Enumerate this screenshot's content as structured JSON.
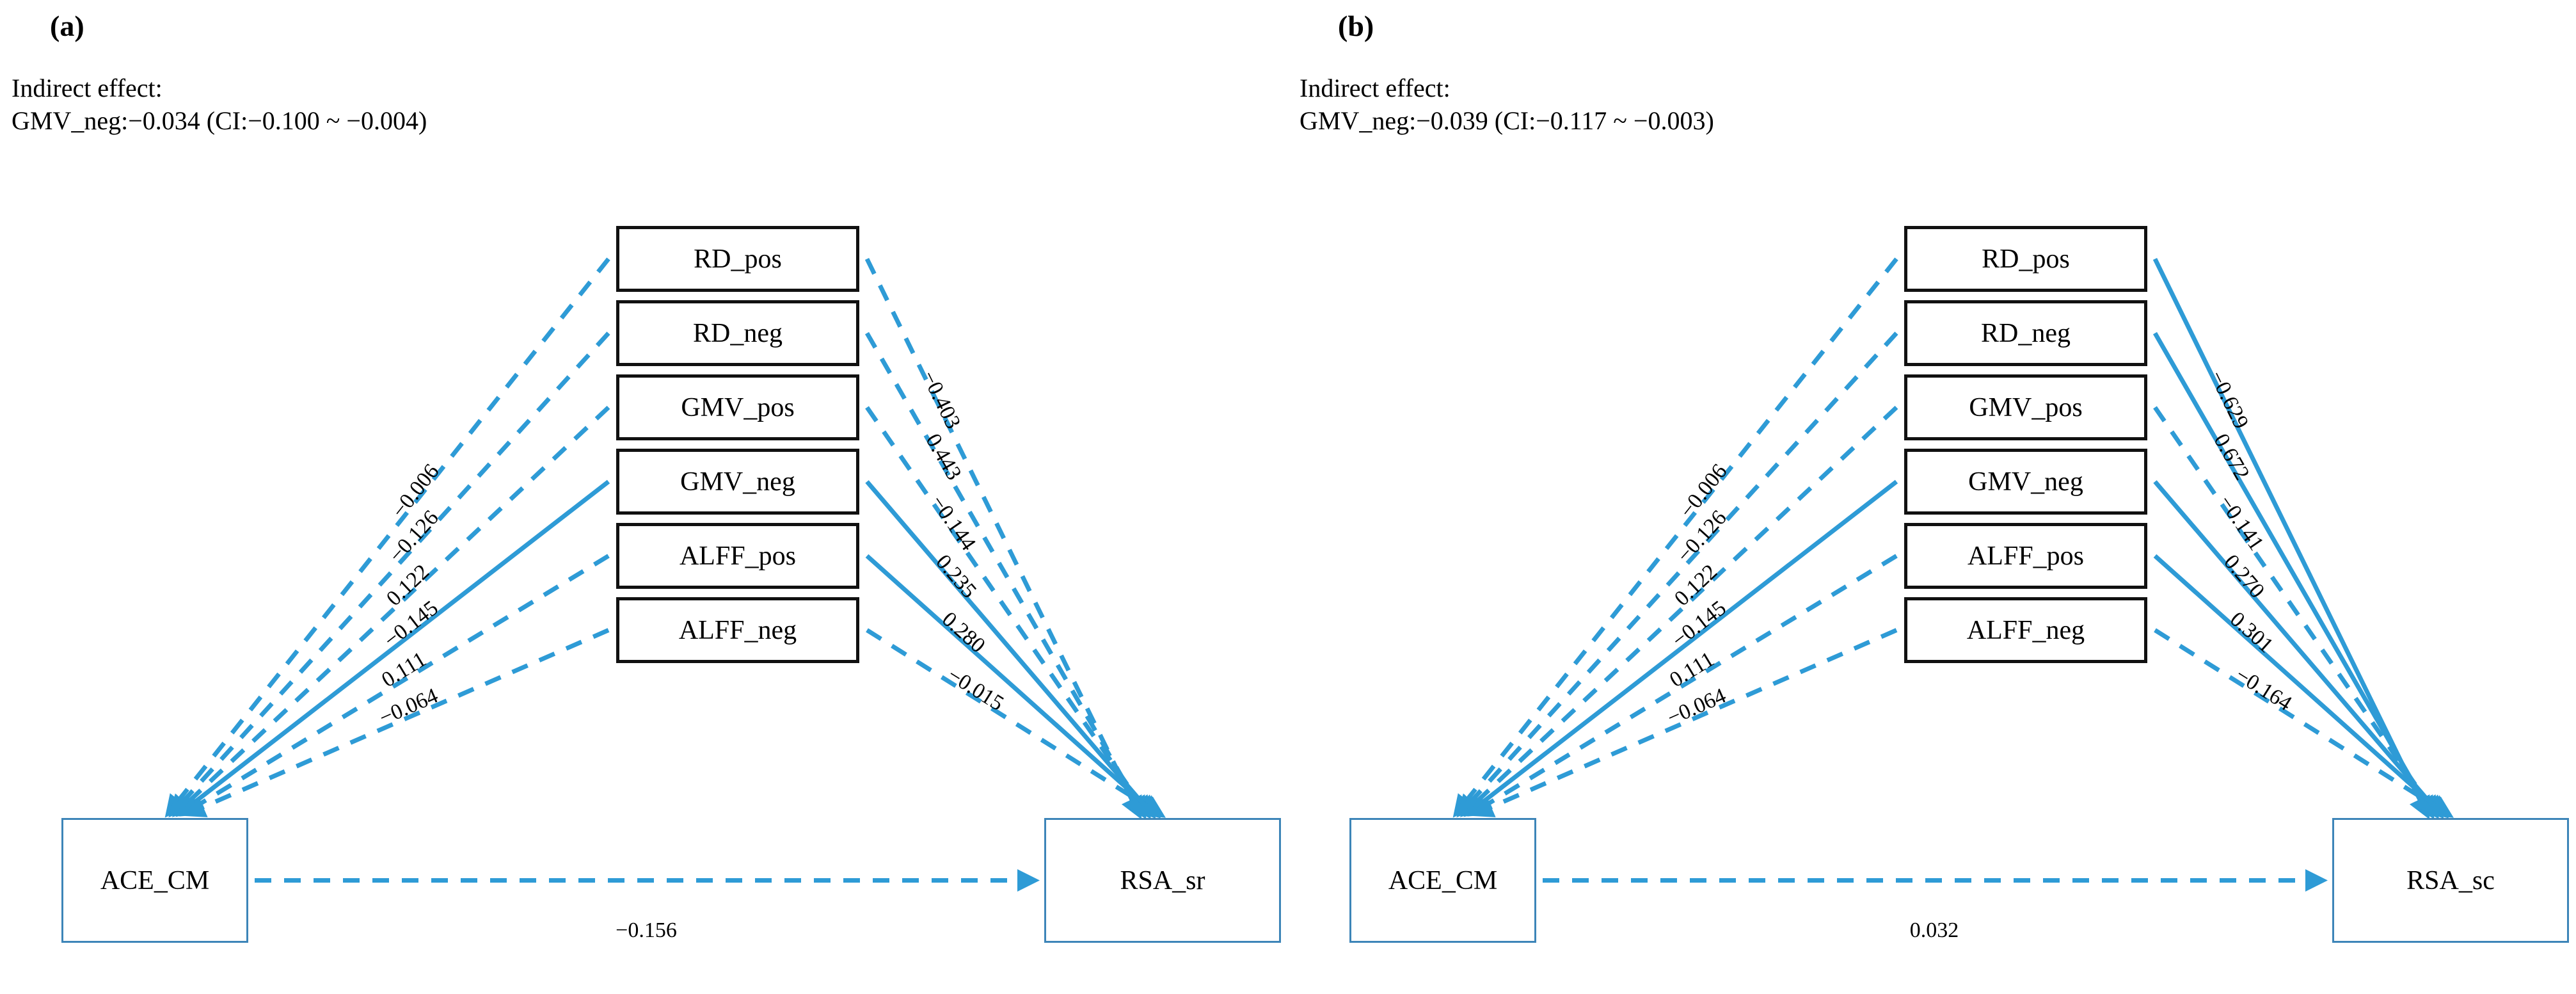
{
  "figure": {
    "type": "path-mediation-diagram",
    "accent_color": "#2e9bd6",
    "mediator_border_color": "#111111",
    "endpoint_border_color": "#3d85b8"
  },
  "panels": [
    {
      "id": "a",
      "letter": "(a)",
      "effect_line1": "Indirect effect:",
      "effect_line2": "GMV_neg:−0.034 (CI:−0.100 ~ −0.004)",
      "predictor": "ACE_CM",
      "outcome": "RSA_sr",
      "mediators": [
        "RD_pos",
        "RD_neg",
        "GMV_pos",
        "GMV_neg",
        "ALFF_pos",
        "ALFF_neg"
      ],
      "direct_label": "−0.156",
      "direct_style": "dashed",
      "a_paths": [
        {
          "to": "RD_pos",
          "label": "−0.006",
          "style": "dashed"
        },
        {
          "to": "RD_neg",
          "label": "−0.126",
          "style": "dashed"
        },
        {
          "to": "GMV_pos",
          "label": "0.122",
          "style": "dashed"
        },
        {
          "to": "GMV_neg",
          "label": "−0.145",
          "style": "solid"
        },
        {
          "to": "ALFF_pos",
          "label": "0.111",
          "style": "dashed"
        },
        {
          "to": "ALFF_neg",
          "label": "−0.064",
          "style": "dashed"
        }
      ],
      "b_paths": [
        {
          "from": "RD_pos",
          "label": "−0.403",
          "style": "dashed"
        },
        {
          "from": "RD_neg",
          "label": "0.443",
          "style": "dashed"
        },
        {
          "from": "GMV_pos",
          "label": "−0.144",
          "style": "dashed"
        },
        {
          "from": "GMV_neg",
          "label": "0.235",
          "style": "solid"
        },
        {
          "from": "ALFF_pos",
          "label": "0.280",
          "style": "solid"
        },
        {
          "from": "ALFF_neg",
          "label": "−0.015",
          "style": "dashed"
        }
      ]
    },
    {
      "id": "b",
      "letter": "(b)",
      "effect_line1": "Indirect effect:",
      "effect_line2": "GMV_neg:−0.039 (CI:−0.117 ~ −0.003)",
      "predictor": "ACE_CM",
      "outcome": "RSA_sc",
      "mediators": [
        "RD_pos",
        "RD_neg",
        "GMV_pos",
        "GMV_neg",
        "ALFF_pos",
        "ALFF_neg"
      ],
      "direct_label": "0.032",
      "direct_style": "dashed",
      "a_paths": [
        {
          "to": "RD_pos",
          "label": "−0.006",
          "style": "dashed"
        },
        {
          "to": "RD_neg",
          "label": "−0.126",
          "style": "dashed"
        },
        {
          "to": "GMV_pos",
          "label": "0.122",
          "style": "dashed"
        },
        {
          "to": "GMV_neg",
          "label": "−0.145",
          "style": "solid"
        },
        {
          "to": "ALFF_pos",
          "label": "0.111",
          "style": "dashed"
        },
        {
          "to": "ALFF_neg",
          "label": "−0.064",
          "style": "dashed"
        }
      ],
      "b_paths": [
        {
          "from": "RD_pos",
          "label": "−0.629",
          "style": "solid"
        },
        {
          "from": "RD_neg",
          "label": "0.672",
          "style": "solid"
        },
        {
          "from": "GMV_pos",
          "label": "−0.141",
          "style": "dashed"
        },
        {
          "from": "GMV_neg",
          "label": "0.270",
          "style": "solid"
        },
        {
          "from": "ALFF_pos",
          "label": "0.301",
          "style": "solid"
        },
        {
          "from": "ALFF_neg",
          "label": "−0.164",
          "style": "dashed"
        }
      ]
    }
  ],
  "chart_data": {
    "type": "diagram",
    "title": "",
    "panels": [
      {
        "name": "(a)",
        "outcome": "RSA_sr",
        "indirect_effect": {
          "mediator": "GMV_neg",
          "estimate": -0.034,
          "ci": [
            -0.1,
            -0.004
          ]
        },
        "direct_effect": -0.156,
        "paths_a": {
          "RD_pos": -0.006,
          "RD_neg": -0.126,
          "GMV_pos": 0.122,
          "GMV_neg": -0.145,
          "ALFF_pos": 0.111,
          "ALFF_neg": -0.064
        },
        "paths_b": {
          "RD_pos": -0.403,
          "RD_neg": 0.443,
          "GMV_pos": -0.144,
          "GMV_neg": 0.235,
          "ALFF_pos": 0.28,
          "ALFF_neg": -0.015
        }
      },
      {
        "name": "(b)",
        "outcome": "RSA_sc",
        "indirect_effect": {
          "mediator": "GMV_neg",
          "estimate": -0.039,
          "ci": [
            -0.117,
            -0.003
          ]
        },
        "direct_effect": 0.032,
        "paths_a": {
          "RD_pos": -0.006,
          "RD_neg": -0.126,
          "GMV_pos": 0.122,
          "GMV_neg": -0.145,
          "ALFF_pos": 0.111,
          "ALFF_neg": -0.064
        },
        "paths_b": {
          "RD_pos": -0.629,
          "RD_neg": 0.672,
          "GMV_pos": -0.141,
          "GMV_neg": 0.27,
          "ALFF_pos": 0.301,
          "ALFF_neg": -0.164
        }
      }
    ]
  }
}
